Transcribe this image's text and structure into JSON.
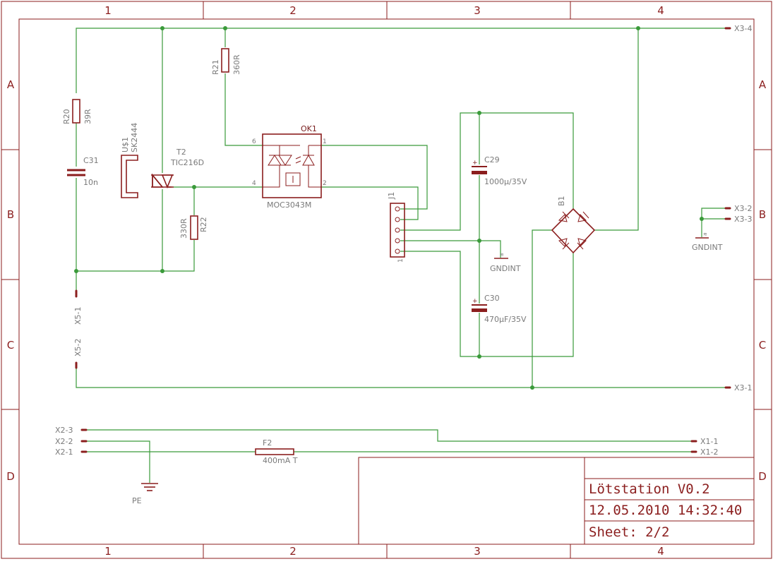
{
  "sheet": {
    "zones_columns": [
      "1",
      "2",
      "3",
      "4"
    ],
    "zones_rows": [
      "A",
      "B",
      "C",
      "D"
    ],
    "colors": {
      "frame": "#8b1e1e",
      "net": "#3a9a3a",
      "label": "#7a7a7a"
    }
  },
  "components": {
    "r20": {
      "name": "R20",
      "value": "39R"
    },
    "r21": {
      "name": "R21",
      "value": "360R"
    },
    "r22": {
      "name": "R22",
      "value": "330R"
    },
    "c31": {
      "name": "C31",
      "value": "10n"
    },
    "u1": {
      "name": "U$1",
      "value": "SK2444"
    },
    "t2": {
      "name": "T2",
      "value": "TIC216D"
    },
    "ok1": {
      "name": "OK1",
      "value": "MOC3043M",
      "pins": [
        "6",
        "1",
        "4",
        "2"
      ]
    },
    "j1": {
      "name": "J1",
      "pin1": "1"
    },
    "c29": {
      "name": "C29",
      "value": "1000µ/35V"
    },
    "c30": {
      "name": "C30",
      "value": "470µF/35V"
    },
    "b1": {
      "name": "B1"
    },
    "f2": {
      "name": "F2",
      "value": "400mA T"
    }
  },
  "connectors": {
    "x3_4": "X3-4",
    "x3_2": "X3-2",
    "x3_3": "X3-3",
    "x3_1": "X3-1",
    "x5_1": "X5-1",
    "x5_2": "X5-2",
    "x2_3": "X2-3",
    "x2_2": "X2-2",
    "x2_1": "X2-1",
    "x1_1": "X1-1",
    "x1_2": "X1-2"
  },
  "supplies": {
    "gndint1": "GNDINT",
    "gndint2": "GNDINT",
    "pe": "PE"
  },
  "title_block": {
    "title": "Lötstation V0.2",
    "date": "12.05.2010 14:32:40",
    "sheet": "Sheet: 2/2"
  }
}
